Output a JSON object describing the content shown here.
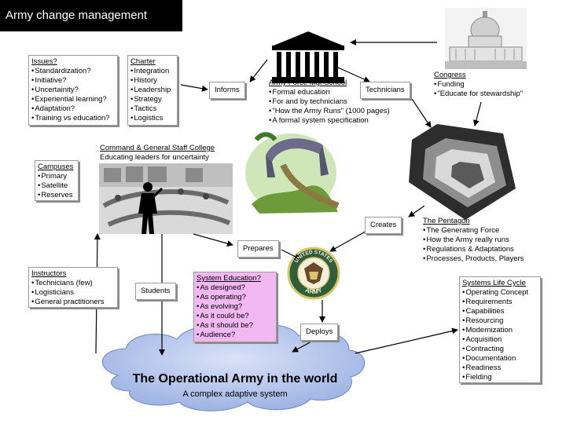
{
  "title": "Army change management",
  "issues": {
    "heading": "Issues?",
    "items": [
      "Standardization?",
      "Initiative?",
      "Uncertainity?",
      "Experiential learning?",
      "Adaptation?",
      "Training vs education?"
    ]
  },
  "charter": {
    "heading": "Charter",
    "items": [
      "Integration",
      "History",
      "Leadership",
      "Strategy",
      "Tactics",
      "Logistics"
    ]
  },
  "informs_label": "Informs",
  "amsc": {
    "heading": "Army Force Mgt School",
    "items": [
      "Formal education",
      "For and by technicians",
      "\"How the Army Runs\" (1000 pages)",
      "A formal system specification"
    ]
  },
  "technicians_label": "Technicians",
  "congress": {
    "heading": "Congress",
    "items": [
      "Funding",
      "\"Educate for stewardship\""
    ]
  },
  "cgsc": {
    "heading": "Command & General Staff College",
    "subtitle": "Educating leaders for uncertainty"
  },
  "campuses": {
    "heading": "Campuses",
    "items": [
      "Primary",
      "Satellite",
      "Reserves"
    ]
  },
  "creates_label": "Creates",
  "pentagon": {
    "heading": "The Pentagon",
    "items": [
      "The Generating Force",
      "How the Army really runs",
      "Regulations & Adaptations",
      "Processes, Products, Players"
    ]
  },
  "prepares_label": "Prepares",
  "instructors": {
    "heading": "Instructors",
    "items": [
      "Technicians (few)",
      "Logisticians",
      "General practitioners"
    ]
  },
  "students_label": "Students",
  "system_education": {
    "heading": "System Education?",
    "items": [
      "As designed?",
      "As operating?",
      "As evolving?",
      "As it could be?",
      "As it should be?",
      "Audience?"
    ]
  },
  "deploys_label": "Deploys",
  "systems_life_cycle": {
    "heading": "Systems Life Cycle",
    "items": [
      "Operating Concept",
      "Requirements",
      "Capabilities",
      "Resourcing",
      "Modernization",
      "Acquisition",
      "Contracting",
      "Documentation",
      "Readiness",
      "Fielding"
    ]
  },
  "cloud": {
    "title": "The Operational Army in the world",
    "subtitle": "A complex adaptive system"
  },
  "army_seal": {
    "top_text": "UNITED STATES",
    "bottom_text": "ARMY"
  },
  "colors": {
    "title_bg": "#000000",
    "education_box": "#f2b8f2",
    "cloud_fill": "#b9c8ec",
    "seal_green": "#2f5f3a",
    "seal_gold": "#d8c46a"
  }
}
